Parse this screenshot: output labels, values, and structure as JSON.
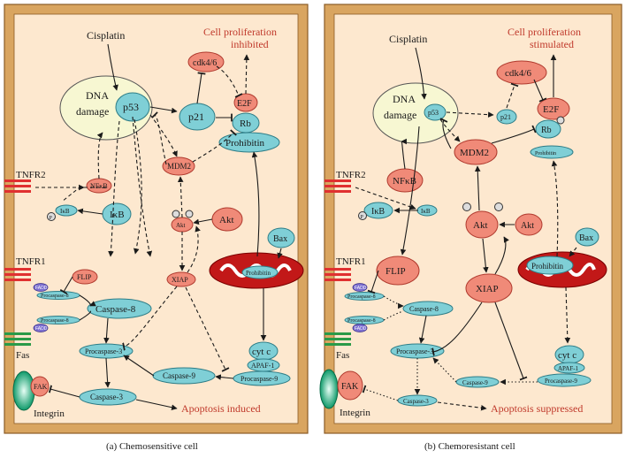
{
  "panel_a": {
    "cisplatin": "Cisplatin",
    "dna": "DNA",
    "damage": "damage",
    "p53": "p53",
    "p21": "p21",
    "cdk": "cdk4/6",
    "e2f": "E2F",
    "rb": "Rb",
    "prohibitin": "Prohibitin",
    "mdm2": "MDM2",
    "nfkb": "NFκB",
    "ikb": "IκB",
    "ikb_small": "IκB",
    "p": "P",
    "akt": "Akt",
    "akt_small": "Akt",
    "bax": "Bax",
    "prohibitin_mito": "Prohibitin",
    "tnfr2": "TNFR2",
    "tnfr1": "TNFR1",
    "fas": "Fas",
    "flip": "FLIP",
    "fadd": "FADD",
    "procaspase8": "Procaspase-8",
    "caspase8": "Caspase-8",
    "xiap": "XIAP",
    "procaspase3": "Procaspase-3",
    "caspase3": "Caspase-3",
    "caspase9": "Caspase-9",
    "cytc": "cyt c",
    "apaf1": "APAF-1",
    "procaspase9": "Procaspase-9",
    "fak": "FAK",
    "integrin": "Integrin",
    "cell_prolif_1": "Cell proliferation",
    "cell_prolif_2": "inhibited",
    "apoptosis": "Apoptosis induced",
    "caption": "(a)  Chemosensitive cell"
  },
  "panel_b": {
    "cisplatin": "Cisplatin",
    "dna": "DNA",
    "damage": "damage",
    "p53": "p53",
    "p21": "p21",
    "cdk": "cdk4/6",
    "e2f": "E2F",
    "rb": "Rb",
    "prohibitin_small": "Prohibitin",
    "mdm2": "MDM2",
    "nfkb": "NFκB",
    "ikb": "IκB",
    "ikb_small": "IκB",
    "p": "P",
    "akt": "Akt",
    "akt_right": "Akt",
    "bax": "Bax",
    "prohibitin_mito": "Prohibitin",
    "tnfr2": "TNFR2",
    "tnfr1": "TNFR1",
    "fas": "Fas",
    "flip": "FLIP",
    "fadd": "FADD",
    "procaspase8": "Procaspase-8",
    "caspase8": "Caspase-8",
    "xiap": "XIAP",
    "procaspase3": "Procaspase-3",
    "caspase3": "Caspase-3",
    "caspase9": "Caspase-9",
    "cytc": "cyt c",
    "apaf1": "APAF-1",
    "procaspase9": "Procaspase-9",
    "fak": "FAK",
    "integrin": "Integrin",
    "cell_prolif_1": "Cell proliferation",
    "cell_prolif_2": "stimulated",
    "apoptosis": "Apoptosis suppressed",
    "caption": "(b)  Chemoresistant cell"
  }
}
